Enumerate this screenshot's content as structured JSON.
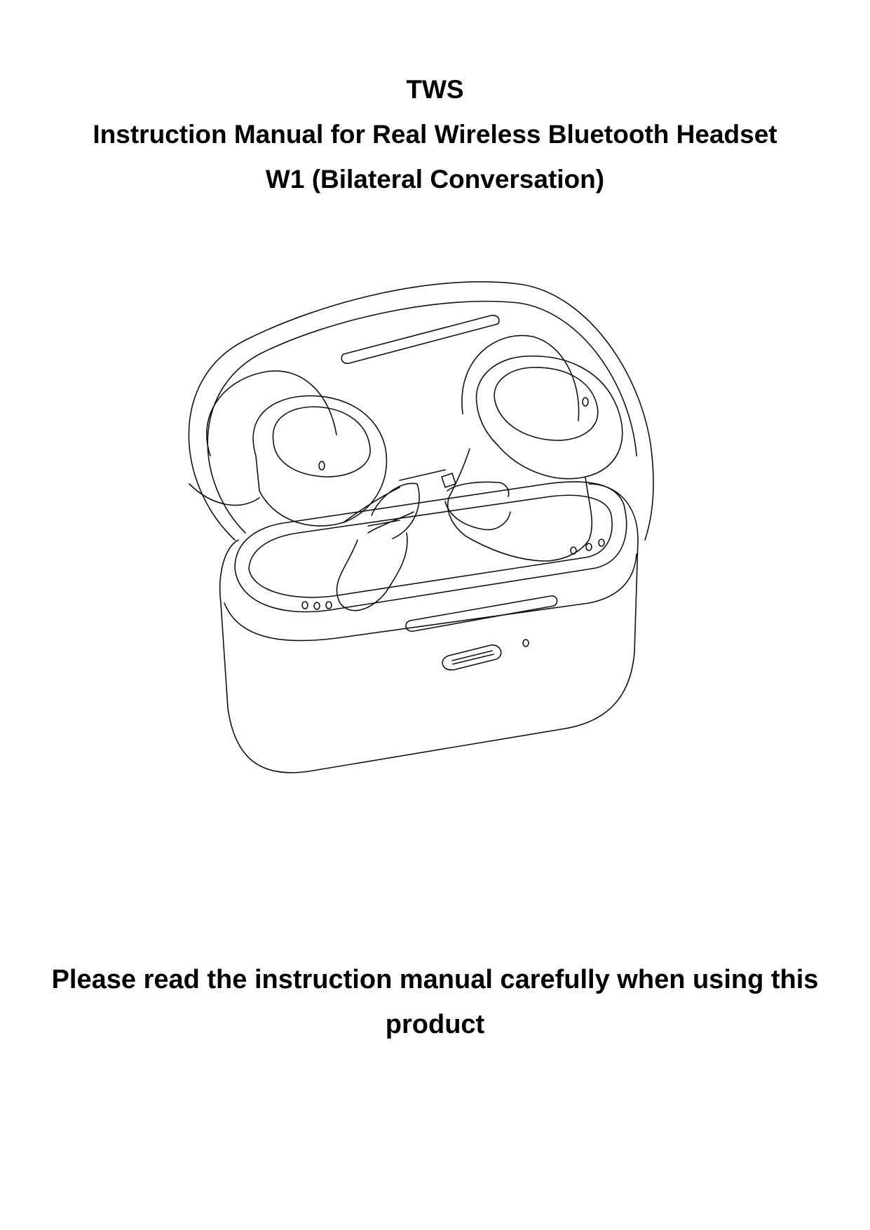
{
  "header": {
    "line1": "TWS",
    "line2": "Instruction Manual for Real Wireless Bluetooth Headset",
    "line3": "W1 (Bilateral Conversation)"
  },
  "footer": {
    "notice": "Please read the instruction manual carefully when using this product"
  },
  "illustration": {
    "subject": "earbuds-charging-case-icon"
  }
}
